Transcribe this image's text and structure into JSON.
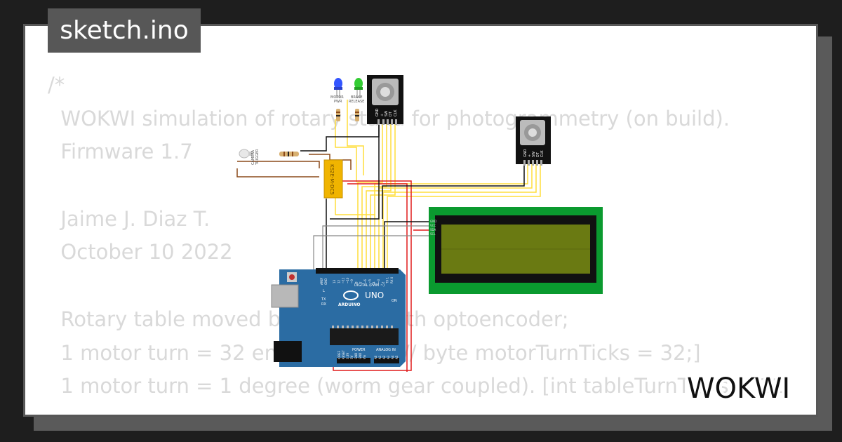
{
  "title": "sketch.ino",
  "code_lines": [
    "/*",
    "  WOKWI simulation of rotary stand for photogrammetry (on build).",
    "  Firmware 1.7",
    "",
    "  Jaime J. Diaz T.",
    "  October 10 2022",
    "",
    "  Rotary table moved by stepper with optoencoder;",
    "  1 motor turn = 32 encoder ticks [// byte motorTurnTicks = 32;]",
    "  1 motor turn = 1 degree (worm gear coupled). [int tableTurnTicks = 11"
  ],
  "circuit": {
    "led_labels": [
      "MOTOR",
      "PWR",
      "BRAKE",
      "RELEASE"
    ],
    "camera_label": [
      "CAMERA",
      "TRIGGER"
    ],
    "relay_label": "KS2E-M-DC5",
    "encoder_pins": [
      "GND",
      "+",
      "SW",
      "DT",
      "CLK"
    ],
    "lcd_pins": [
      "GND",
      "VCC",
      "SDA",
      "SCL"
    ],
    "arduino": {
      "model": "UNO",
      "brand": "ARDUINO",
      "digital_label": "DIGITAL (PWM ~)",
      "power_label": "POWER",
      "analog_label": "ANALOG IN",
      "on_label": "ON",
      "tx_label": "TX",
      "rx_label": "RX",
      "l_label": "L",
      "aref_label": "AREF",
      "gnd_label": "GND",
      "ioref_label": "IOREF",
      "reset_label": "RESET",
      "v33_label": "3.3V",
      "v5_label": "5V",
      "vin_label": "Vin",
      "analog_pins": [
        "A0",
        "A1",
        "A2",
        "A3",
        "A4",
        "A5"
      ],
      "digital_pins": [
        "13",
        "12",
        "~11",
        "~10",
        "~9",
        "8",
        "7",
        "~6",
        "~5",
        "4",
        "~3",
        "2",
        "TX 1",
        "RX 0"
      ]
    }
  },
  "logo_text": "WOKWI",
  "colors": {
    "background": "#1e1e1e",
    "card": "#ffffff",
    "title_bg": "#575757",
    "code_text": "#d9d9d9",
    "arduino_blue": "#2b6ca3",
    "lcd_green": "#0a9a2f",
    "lcd_screen": "#6a7a12",
    "relay_orange": "#f0b400",
    "wire_yellow": "#ffde3b",
    "wire_red": "#e01b1b",
    "wire_black": "#111111",
    "led_blue": "#3355ff",
    "led_green": "#33cc33"
  }
}
